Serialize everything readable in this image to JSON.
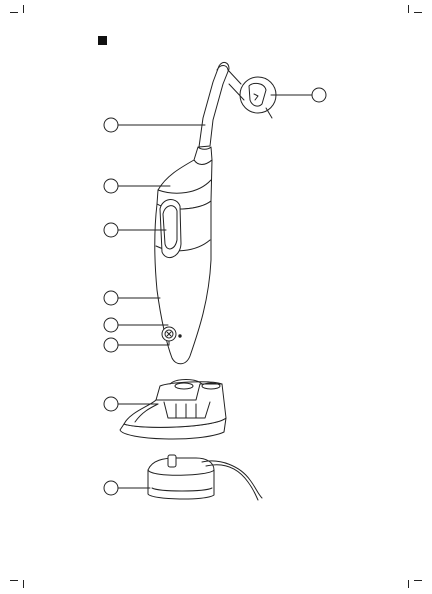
{
  "figure": {
    "callout_count": 9,
    "parts": [
      "nozzle",
      "handle",
      "trigger",
      "reservoir",
      "on-off-button",
      "charging-light",
      "nozzle-holder",
      "charger",
      "power-cord"
    ]
  },
  "colors": {
    "ink": "#222222",
    "fill": "#ffffff"
  }
}
